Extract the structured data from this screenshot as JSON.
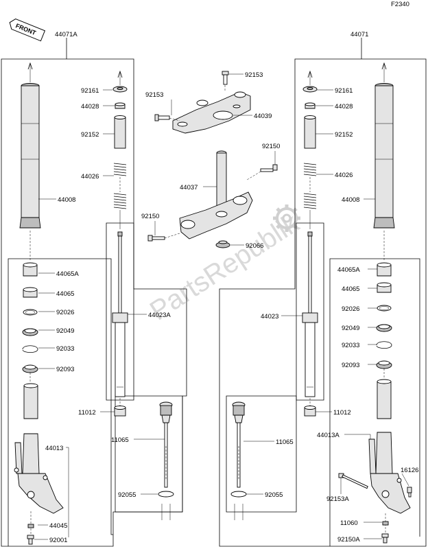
{
  "page_code": "F2340",
  "front_badge": "FRONT",
  "watermark": "PartsRepublik",
  "parts": {
    "p44071A": "44071A",
    "p44071": "44071",
    "p92161L": "92161",
    "p44028L": "44028",
    "p92152L": "92152",
    "p44026L": "44026",
    "p44008L": "44008",
    "p44065AL": "44065A",
    "p44065L": "44065",
    "p92026L": "92026",
    "p92049L": "92049",
    "p92033L": "92033",
    "p92093L": "92093",
    "p44013L": "44013",
    "p44045L": "44045",
    "p92001L": "92001",
    "p44023AL": "44023A",
    "p11012L": "11012",
    "p11065L": "11065",
    "p92055L": "92055",
    "p92153T": "92153",
    "p92153M": "92153",
    "p44039": "44039",
    "p92150R": "92150",
    "p44037": "44037",
    "p92150L": "92150",
    "p92066": "92066",
    "p92161R": "92161",
    "p44028R": "44028",
    "p92152R": "92152",
    "p44026R": "44026",
    "p44008R": "44008",
    "p44065AR": "44065A",
    "p44065R": "44065",
    "p92026R": "92026",
    "p92049R": "92049",
    "p92033R": "92033",
    "p92093R": "92093",
    "p44023R": "44023",
    "p11012R": "11012",
    "p44013AR": "44013A",
    "p16126R": "16126",
    "p11065R": "11065",
    "p92055R": "92055",
    "p92153AR": "92153A",
    "p11060R": "11060",
    "p92150AR": "92150A"
  }
}
